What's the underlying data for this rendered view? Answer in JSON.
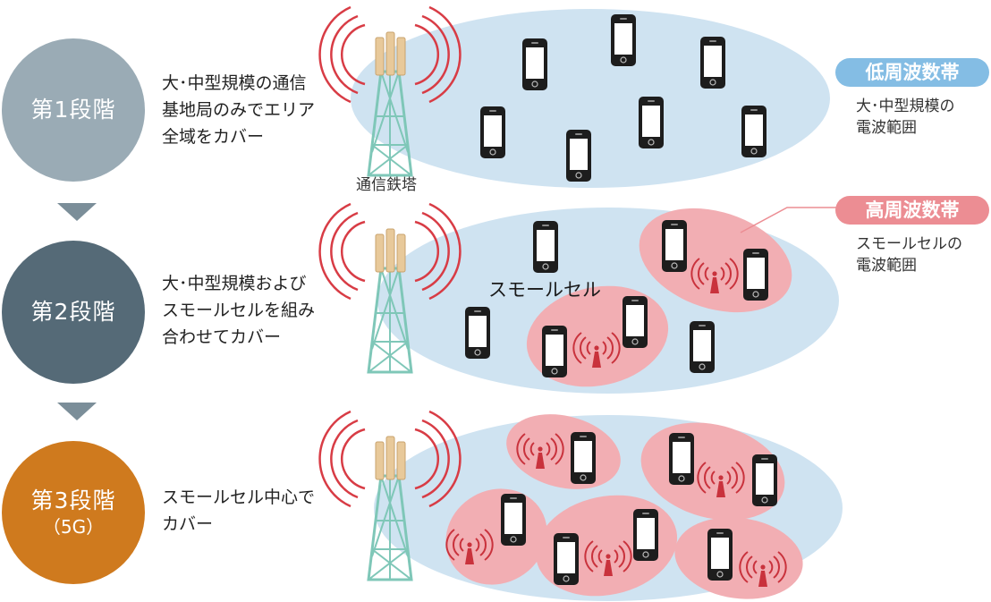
{
  "stages": [
    {
      "label": "第1段階",
      "sub": "",
      "color": "#9aabb5",
      "desc": [
        "大･中型規模の通信",
        "基地局のみでエリア",
        "全域をカバー"
      ]
    },
    {
      "label": "第2段階",
      "sub": "",
      "color": "#556a77",
      "desc": [
        "大･中型規模および",
        "スモールセルを組み",
        "合わせてカバー"
      ]
    },
    {
      "label": "第3段階",
      "sub": "（5G）",
      "color": "#cf7a1e",
      "desc": [
        "スモールセル中心で",
        "カバー"
      ]
    }
  ],
  "diagram": {
    "tower_label": "通信鉄塔",
    "small_cell_label": "スモールセル"
  },
  "legend": {
    "low": {
      "title": "低周波数帯",
      "desc": [
        "大･中型規模の",
        "電波範囲"
      ],
      "color": "#84bde4"
    },
    "high": {
      "title": "高周波数帯",
      "desc": [
        "スモールセルの",
        "電波範囲"
      ],
      "color": "#ec8d93"
    }
  },
  "icons": {
    "tower": "cell-tower-icon",
    "phone": "smartphone-icon",
    "small_cell": "small-cell-antenna-icon"
  },
  "colors": {
    "macro_coverage": "#cfe3f1",
    "small_cell_coverage": "#f2aeb3",
    "tower": "#7fc7b8",
    "signal": "#d83c45"
  }
}
